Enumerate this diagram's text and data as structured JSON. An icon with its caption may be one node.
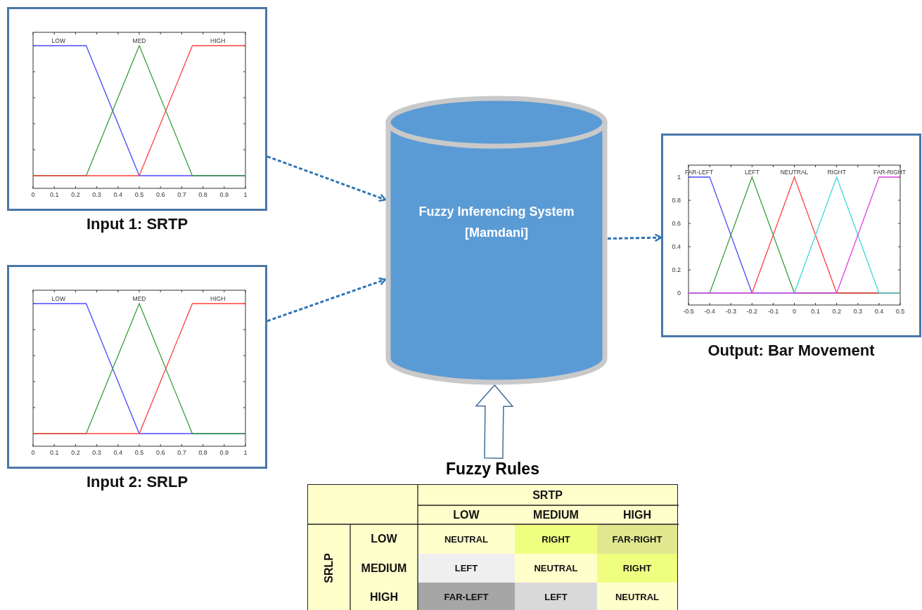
{
  "diagram": {
    "nodes": [
      {
        "text": [
          "LOW",
          "MED",
          "HIGH"
        ],
        "beside": [
          "Input 1: SRTP"
        ]
      },
      {
        "text": [
          "LOW",
          "MED",
          "HIGH"
        ],
        "beside": [
          "Input 2: SRLP"
        ]
      },
      {
        "text": [
          "Fuzzy Inferencing System [Mamdani]"
        ]
      },
      {
        "text": [
          "FAR-LEFT",
          "LEFT",
          "NEUTRAL",
          "RIGHT",
          "FAR-RIGHT"
        ],
        "beside": [
          "Output: Bar Movement"
        ]
      },
      {
        "text": [
          "Fuzzy Rules"
        ]
      }
    ],
    "edges": [
      {
        "from": 0,
        "to": 2,
        "arrow": "to",
        "style": "dashed"
      },
      {
        "from": 1,
        "to": 2,
        "arrow": "to",
        "style": "dashed"
      },
      {
        "from": 2,
        "to": 3,
        "arrow": "to",
        "style": "dashed"
      },
      {
        "from": 4,
        "to": 2,
        "arrow": "to",
        "style": "thick"
      }
    ],
    "labels": [
      "0",
      "0.1",
      "0.2",
      "0.3",
      "0.4",
      "0.5",
      "0.6",
      "0.7",
      "0.8",
      "0.9",
      "1",
      "1",
      "0.8",
      "0.6",
      "0.4",
      "0.2",
      "0",
      "-0.5",
      "-0.4",
      "-0.3",
      "-0.2",
      "-0.1",
      "0",
      "0.1",
      "0.2",
      "0.3",
      "0.4",
      "0.5",
      "0",
      "0.1",
      "0.2",
      "0.3",
      "0.4",
      "0.5",
      "0.6",
      "0.7",
      "0.8",
      "0.9",
      "1",
      "SRTP",
      "LOW",
      "MEDIUM",
      "HIGH",
      "SRLP",
      "LOW",
      "NEUTRAL",
      "RIGHT",
      "FAR-RIGHT",
      "MEDIUM",
      "LEFT",
      "NEUTRAL",
      "RIGHT",
      "HIGH",
      "FAR-LEFT",
      "LEFT",
      "NEUTRAL"
    ]
  }
}
